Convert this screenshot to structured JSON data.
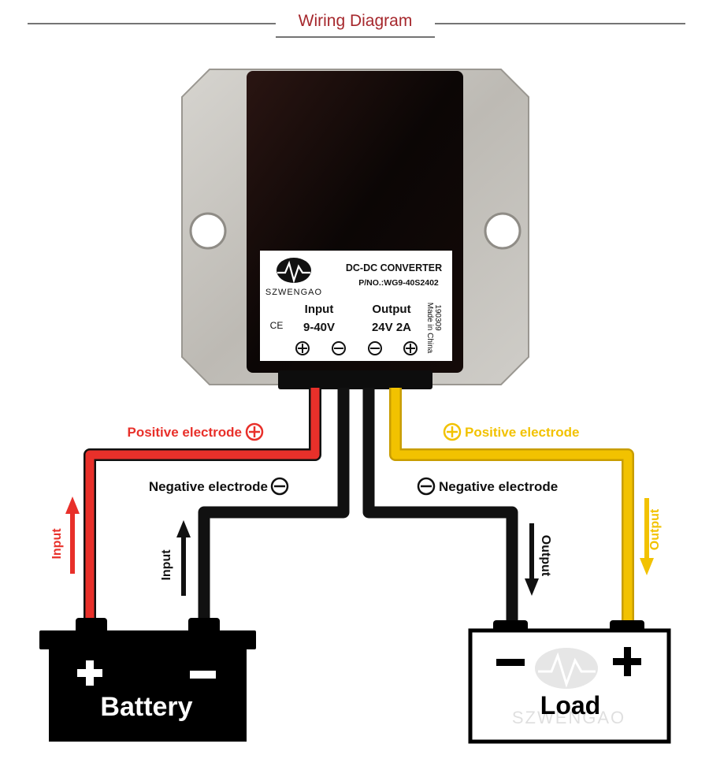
{
  "header": {
    "title": "Wiring Diagram",
    "title_color": "#a6282d"
  },
  "converter": {
    "brand": "SZWENGAO",
    "title": "DC-DC CONVERTER",
    "part_number": "P/NO.:WG9-40S2402",
    "input_label": "Input",
    "input_value": "9-40V",
    "output_label": "Output",
    "output_value": "24V 2A",
    "date_code": "190309",
    "origin": "Made in China",
    "cert_mark": "CE"
  },
  "labels": {
    "left_positive": "Positive electrode",
    "left_negative": "Negative electrode",
    "right_positive": "Positive electrode",
    "right_negative": "Negative electrode",
    "battery_input_red": "Input",
    "battery_input_black": "Input",
    "load_output_black": "Output",
    "load_output_yellow": "Output"
  },
  "battery": {
    "label": "Battery",
    "plus": "+",
    "minus": "−"
  },
  "load": {
    "label": "Load",
    "plus": "+",
    "minus": "−",
    "watermark": "SZWENGAO"
  },
  "colors": {
    "red": "#e8302a",
    "black": "#111111",
    "yellow": "#f2c200",
    "accent": "#a6282d"
  }
}
